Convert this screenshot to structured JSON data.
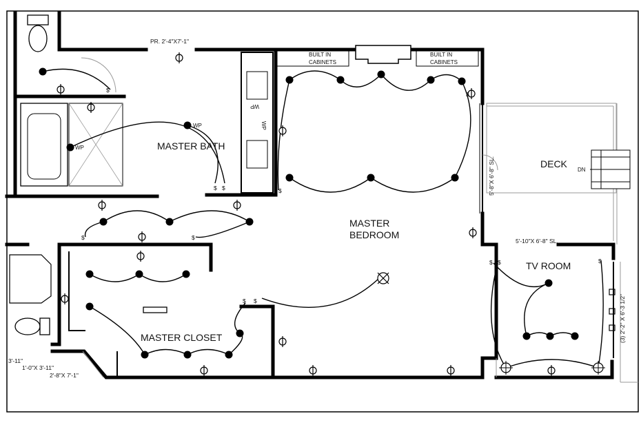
{
  "rooms": {
    "master_bath": "MASTER BATH",
    "master_bedroom_line1": "MASTER",
    "master_bedroom_line2": "BEDROOM",
    "master_closet": "MASTER CLOSET",
    "tv_room": "TV ROOM",
    "deck": "DECK"
  },
  "notes": {
    "pocket_door": "PR. 2'-4\"X7'-1\"",
    "built_in_left_1": "BUILT IN",
    "built_in_left_2": "CABINETS",
    "built_in_right_1": "BUILT IN",
    "built_in_right_2": "CABINETS",
    "slider_deck": "5'-8\"X 6'-8\" SL.",
    "slider_tv": "5'-10\"X 6'-8\" SL.",
    "windows_tv": "(3) 2'-2\" X 6'-3 1/2\"",
    "stair_dn": "DN",
    "dim_3_11": "3'-11\"",
    "dim_1_0": "1'-0\"X 3'-11\"",
    "dim_2_8": "2'-8\"X 7'-1\"",
    "wp_1": "WP",
    "wp_2": "WP",
    "wp_vanity_1": "WP",
    "wp_vanity_2": "WP"
  },
  "symbols": {
    "light": "ceiling-light-fixture",
    "outlet": "duplex-outlet",
    "switch": "wall-switch",
    "fan": "ceiling-fan"
  }
}
